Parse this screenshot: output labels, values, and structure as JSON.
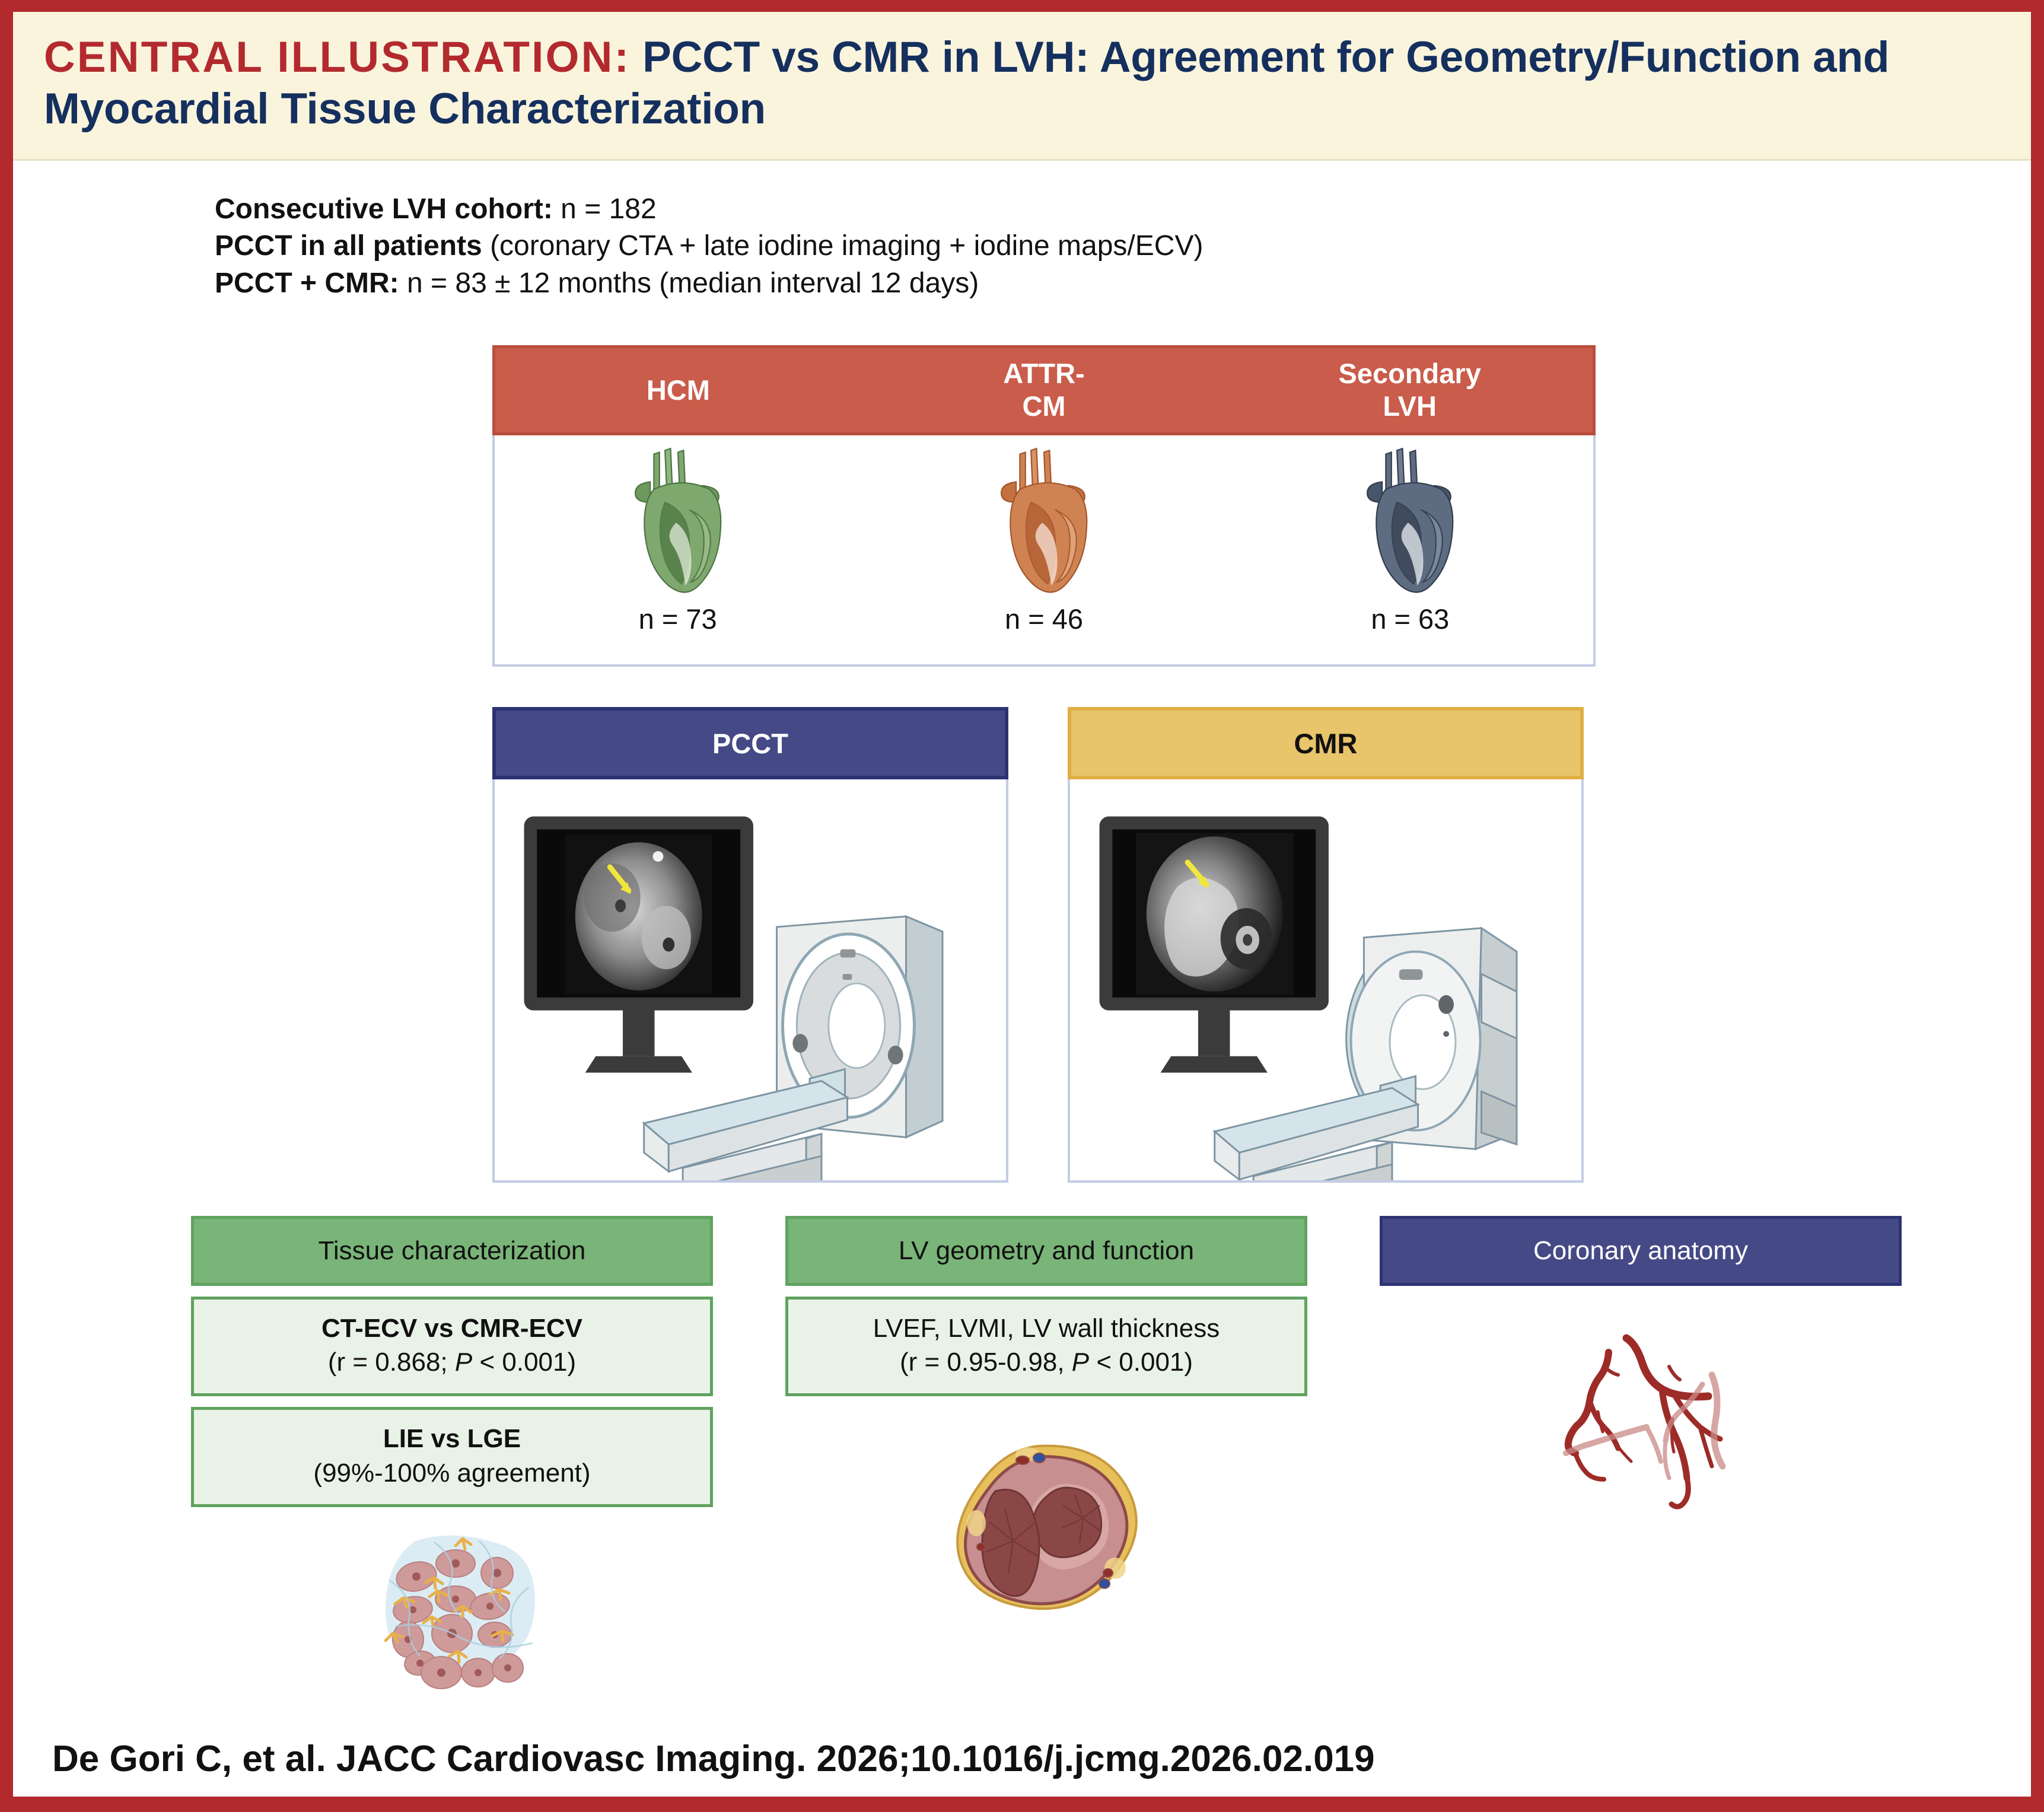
{
  "title": {
    "prefix": "CENTRAL ILLUSTRATION:",
    "main": " PCCT vs CMR in LVH: Agreement for Geometry/Function and Myocardial Tissue Characterization"
  },
  "cohort": {
    "line1_label": "Consecutive LVH cohort:",
    "line1_value": " n = 182",
    "line2_label": "PCCT in all patients",
    "line2_value": " (coronary CTA + late iodine imaging + iodine maps/ECV)",
    "line3_label": "PCCT + CMR:",
    "line3_value": " n = 83 ± 12 months (median interval 12 days)"
  },
  "etiology": {
    "columns": [
      {
        "header": "HCM",
        "count": "n = 73",
        "heart_color": "#6c9a5e",
        "icon": "heart-icon-hcm"
      },
      {
        "header": "ATTR-\nCM",
        "header_l1": "ATTR-",
        "header_l2": "CM",
        "count": "n = 46",
        "heart_color": "#c4703f",
        "icon": "heart-icon-attr"
      },
      {
        "header": "Secondary LVH",
        "header_l1": "Secondary",
        "header_l2": "LVH",
        "count": "n = 63",
        "heart_color": "#48566b",
        "icon": "heart-icon-secondary"
      }
    ],
    "header_bg": "#c95c4a"
  },
  "modalities": [
    {
      "id": "pcct",
      "label": "PCCT",
      "header_bg": "#454a86",
      "header_fg": "#ffffff",
      "monitor_icon": "ct-monitor-icon",
      "scanner_icon": "ct-scanner-icon",
      "arrow_icon": "yellow-arrow-icon"
    },
    {
      "id": "cmr",
      "label": "CMR",
      "header_bg": "#e8c46a",
      "header_fg": "#111111",
      "monitor_icon": "mri-monitor-icon",
      "scanner_icon": "mri-scanner-icon",
      "arrow_icon": "yellow-arrow-icon"
    }
  ],
  "results": {
    "tissue": {
      "header": "Tissue characterization",
      "cards": [
        {
          "strong": "CT-ECV vs CMR-ECV",
          "detail_pre": "(r = 0.868; ",
          "detail_italic": "P",
          "detail_post": " < 0.001)"
        },
        {
          "strong": "LIE vs LGE",
          "detail_pre": "(99%-100% agreement)",
          "detail_italic": "",
          "detail_post": ""
        }
      ]
    },
    "geometry": {
      "header": "LV geometry and function",
      "cards": [
        {
          "strong": "LVEF, LVMI, LV wall thickness",
          "detail_pre": "(r = 0.95-0.98, ",
          "detail_italic": "P",
          "detail_post": " < 0.001)"
        }
      ]
    },
    "coronary": {
      "header": "Coronary anatomy",
      "art_icon": "coronary-tree-icon"
    },
    "art": {
      "histology_icon": "myocardium-histology-icon",
      "lv_short_axis_icon": "lv-short-axis-icon"
    }
  },
  "citation": "De Gori C, et al. JACC Cardiovasc Imaging. 2026;10.1016/j.jcmg.2026.02.019",
  "colors": {
    "frame_red": "#b32a2e",
    "title_band": "#faf4dd",
    "title_navy": "#15305e",
    "etiology_red": "#c95c4a",
    "pcct_navy": "#454a86",
    "cmr_gold": "#e8c46a",
    "result_green": "#79b478",
    "result_green_light": "#e9f2e7",
    "panel_border_blue": "#c2cde4"
  }
}
